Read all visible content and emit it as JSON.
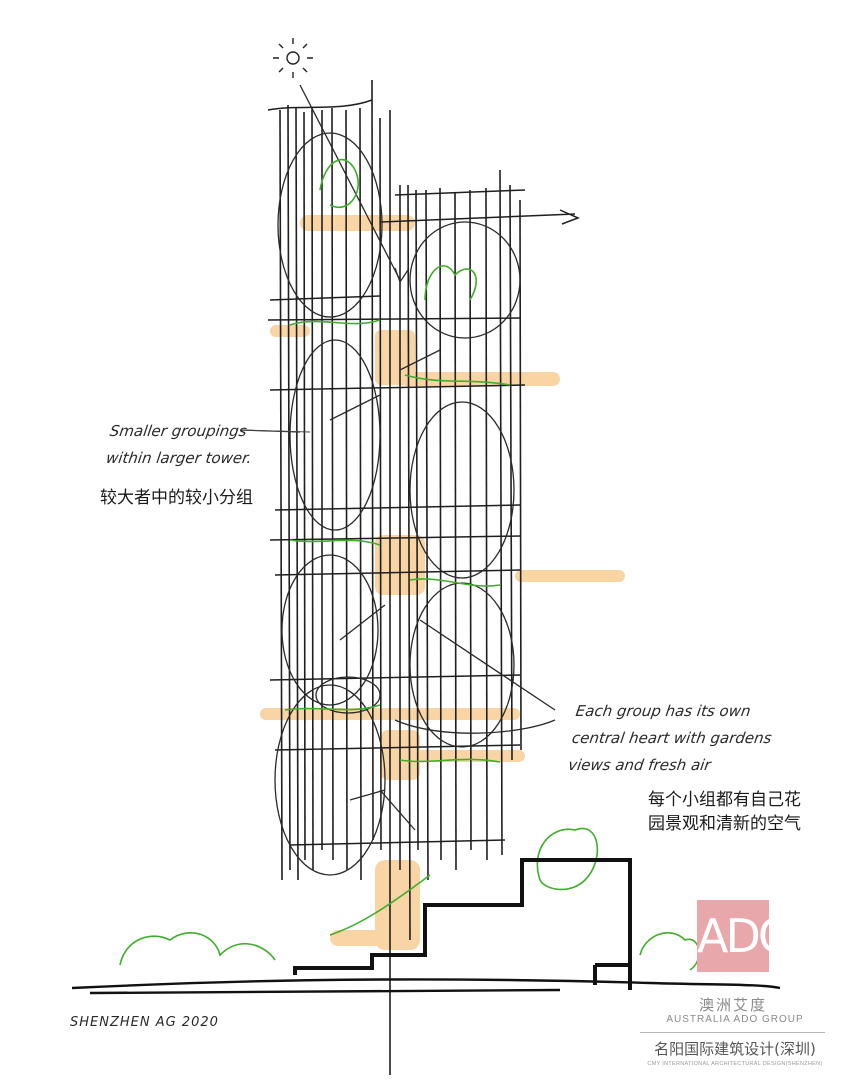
{
  "annotation_left": {
    "english_line1": "Smaller groupings",
    "english_line2": "within larger tower.",
    "chinese": "较大者中的较小分组"
  },
  "annotation_right": {
    "english_line1": "Each group has its own",
    "english_line2": "central heart with gardens",
    "english_line3": "views and fresh air",
    "chinese_line1": "每个小组都有自己花",
    "chinese_line2": "园景观和清新的空气"
  },
  "signature": "SHENZHEN  AG 2020",
  "logo": {
    "mark": "ADO",
    "chinese": "澳洲艾度",
    "english": "AUSTRALIA ADO GROUP"
  },
  "firm": {
    "chinese": "名阳国际建筑设计(深圳)",
    "english": "CMY INTERNATIONAL ARCHITECTURAL DESIGN(SHENZHEN)"
  },
  "colors": {
    "ink": "#1f1f1f",
    "green": "#3fae2a",
    "orange": "#f5b25a",
    "logo_pink": "#e8a7ab"
  },
  "icons": {
    "sun": "sun-icon"
  }
}
